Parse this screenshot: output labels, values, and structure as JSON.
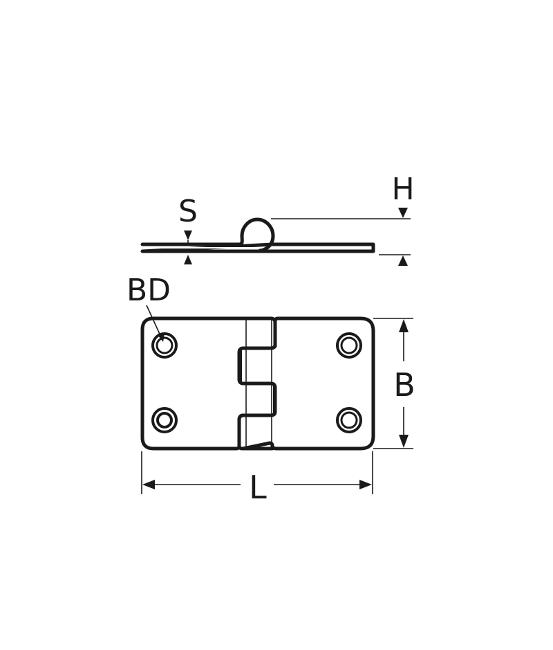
{
  "diagram": {
    "subject": "hinge",
    "views": [
      "side-view",
      "top-view"
    ],
    "colors": {
      "line": "#1a1a1a",
      "background": "#ffffff"
    },
    "dimension_labels": {
      "height": "H",
      "thickness": "S",
      "bore_diameter": "BD",
      "width": "B",
      "length": "L"
    },
    "holes_count": 4
  }
}
